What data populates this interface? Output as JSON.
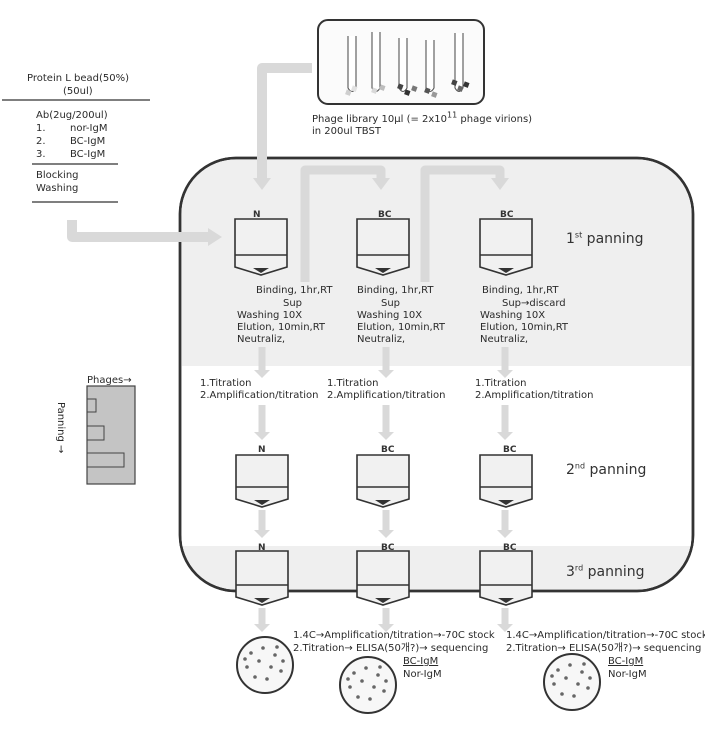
{
  "protocol": {
    "bead": "Protein L bead(50%)",
    "bead_volume": "(50ul)",
    "ab_title": "Ab(2ug/200ul)",
    "ab_list": [
      {
        "num": "1.",
        "name": "nor-IgM"
      },
      {
        "num": "2.",
        "name": "BC-IgM"
      },
      {
        "num": "3.",
        "name": "BC-IgM"
      }
    ],
    "blocking": "Blocking",
    "washing": "Washing"
  },
  "library": {
    "line1": "Phage library 10μl (= 2x10",
    "exponent": "11",
    "line1_end": " phage virions)",
    "line2": "in 200ul TBST"
  },
  "columns": [
    {
      "label": "N"
    },
    {
      "label": "BC"
    },
    {
      "label": "BC"
    }
  ],
  "steps": [
    {
      "binding": "Binding, 1hr,RT",
      "sup": "Sup",
      "washing": "Washing 10X",
      "elution": "Elution, 10min,RT",
      "neutral": "Neutraliz,"
    },
    {
      "binding": "Binding, 1hr,RT",
      "sup": "Sup",
      "washing": "Washing 10X",
      "elution": "Elution, 10min,RT",
      "neutral": "Neutraliz,"
    },
    {
      "binding": "Binding, 1hr,RT",
      "sup": "Sup→discard",
      "washing": "Washing 10X",
      "elution": "Elution, 10min,RT",
      "neutral": "Neutraliz,"
    }
  ],
  "titration": {
    "line1": "1.Titration",
    "line2": "2.Amplification/titration"
  },
  "pannings": [
    {
      "num": "1",
      "sup": "st",
      "text": " panning"
    },
    {
      "num": "2",
      "sup": "nd",
      "text": " panning"
    },
    {
      "num": "3",
      "sup": "rd",
      "text": " panning"
    }
  ],
  "legend": {
    "phages": "Phages→",
    "panning": "Panning →"
  },
  "final": {
    "line1": "1.4C→Amplification/titration→-70C stock",
    "line2": "2.Titration→ ELISA(50개?)→ sequencing",
    "bc": "BC-IgM",
    "nor": "Nor-IgM"
  },
  "colors": {
    "arrow": "#d9d9d9",
    "box_fill": "#f1f1f1",
    "stroke": "#333333",
    "legend_fill": "#c4c4c4"
  }
}
